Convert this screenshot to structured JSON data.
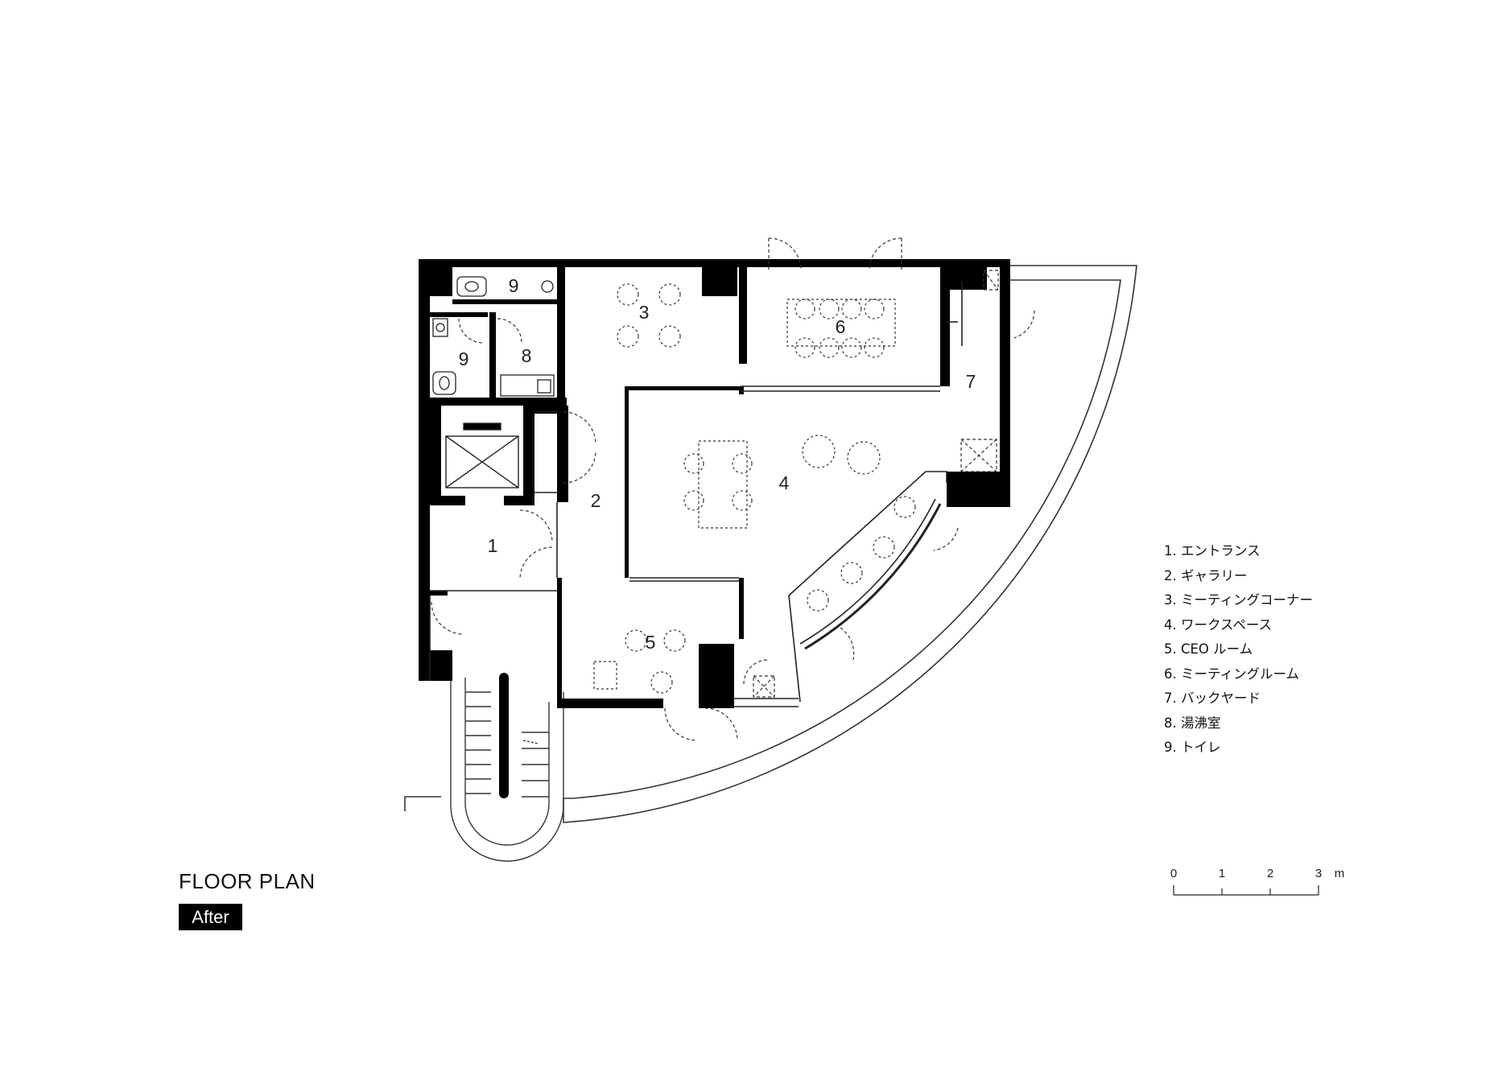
{
  "title": "FLOOR PLAN",
  "badge": "After",
  "rooms": [
    {
      "id": "1",
      "label": "1"
    },
    {
      "id": "2",
      "label": "2"
    },
    {
      "id": "3",
      "label": "3"
    },
    {
      "id": "4",
      "label": "4"
    },
    {
      "id": "5",
      "label": "5"
    },
    {
      "id": "6",
      "label": "6"
    },
    {
      "id": "7",
      "label": "7"
    },
    {
      "id": "8",
      "label": "8"
    },
    {
      "id": "9a",
      "label": "9"
    },
    {
      "id": "9b",
      "label": "9"
    }
  ],
  "legend": [
    "1. エントランス",
    "2. ギャラリー",
    "3. ミーティングコーナー",
    "4.  ワークスペース",
    "5. CEO ルーム",
    "6. ミーティングルーム",
    "7. バックヤード",
    "8. 湯沸室",
    "9. トイレ"
  ],
  "scale": {
    "ticks": [
      "0",
      "1",
      "2",
      "3"
    ],
    "unit": "m"
  },
  "colors": {
    "wall": "#000000",
    "line": "#333333",
    "background": "#ffffff"
  }
}
